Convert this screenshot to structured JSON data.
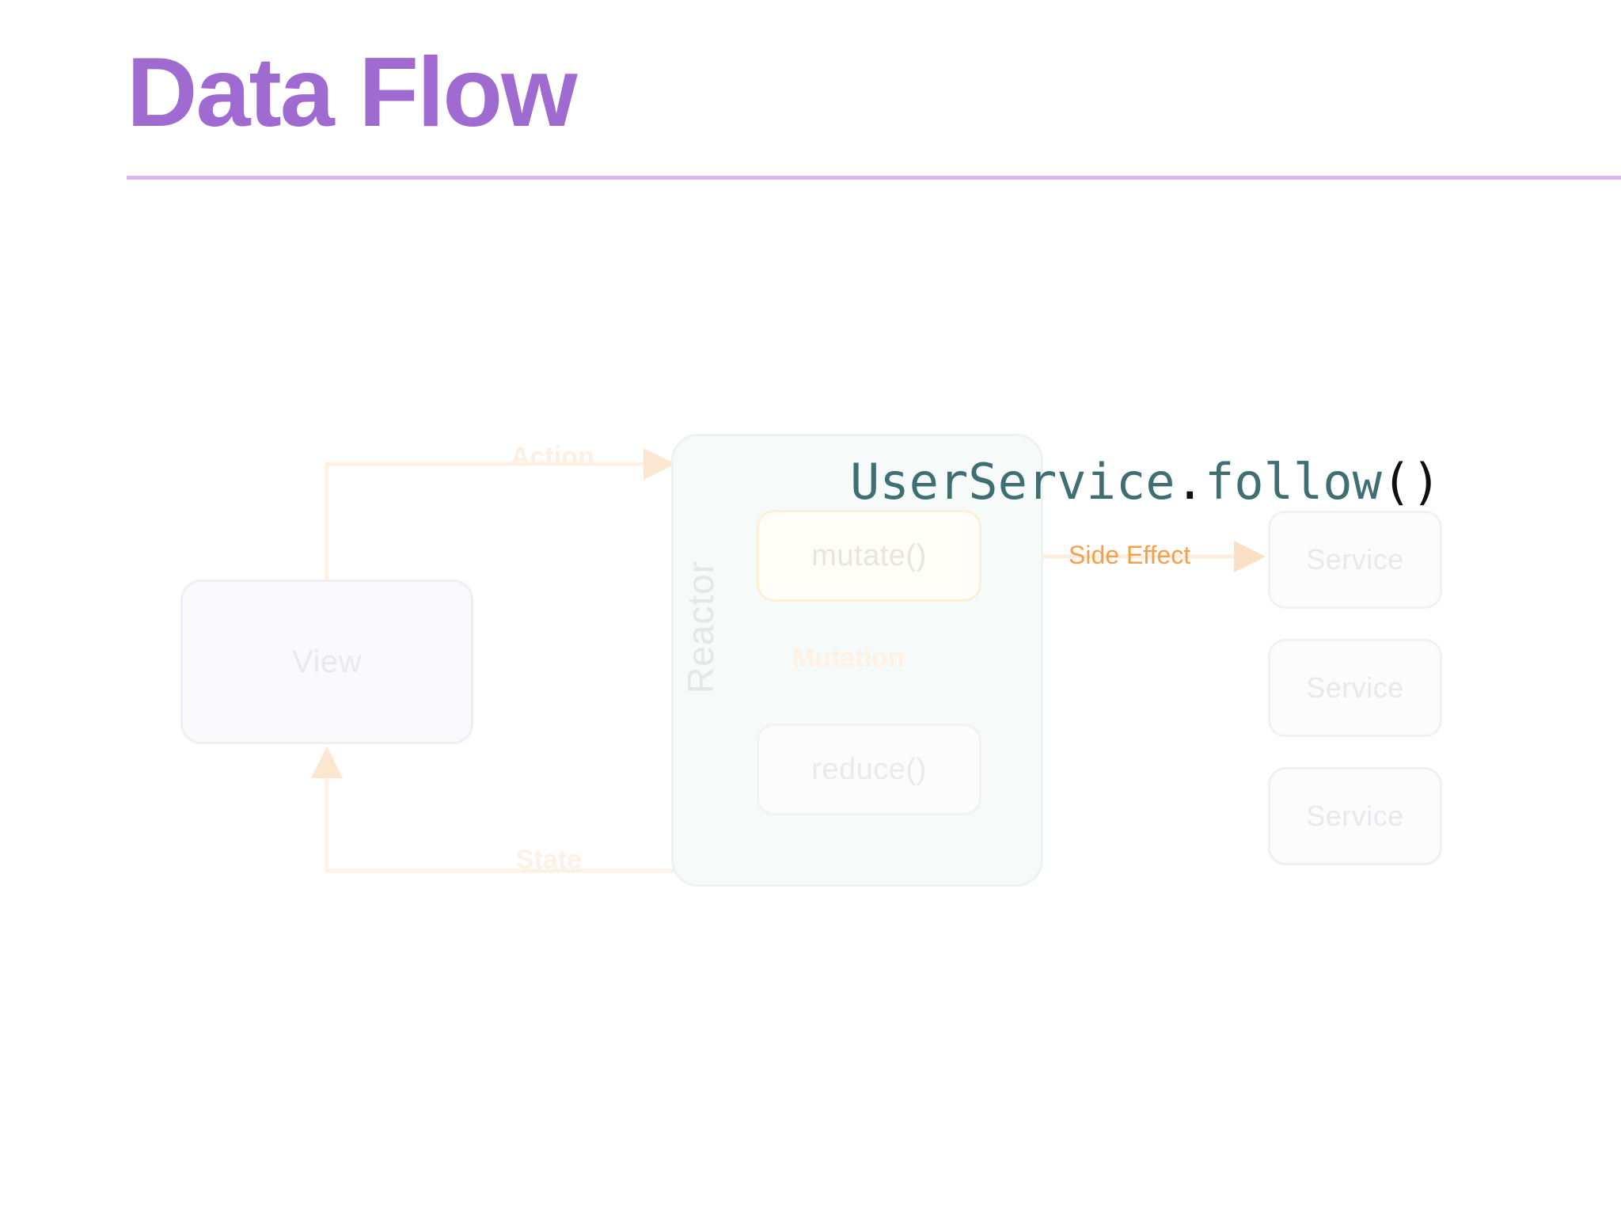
{
  "slide": {
    "title": "Data Flow",
    "title_color": "#a06bd0",
    "rule_color": "#dcb6ee",
    "background": "#ffffff"
  },
  "code_overlay": {
    "full_text": "UserService.follow()",
    "tokens": [
      {
        "text": "UserService",
        "kind": "identifier",
        "color": "#3f6e73"
      },
      {
        "text": ".",
        "kind": "punctuation",
        "color": "#101010"
      },
      {
        "text": "follow",
        "kind": "identifier",
        "color": "#3f6e73"
      },
      {
        "text": "()",
        "kind": "punctuation",
        "color": "#101010"
      }
    ]
  },
  "diagram": {
    "nodes": {
      "view": {
        "label": "View"
      },
      "reactor": {
        "label": "Reactor"
      },
      "mutate": {
        "label": "mutate()"
      },
      "reduce": {
        "label": "reduce()"
      },
      "services": [
        {
          "label": "Service"
        },
        {
          "label": "Service"
        },
        {
          "label": "Service"
        }
      ]
    },
    "edge_labels": {
      "action": "Action",
      "state": "State",
      "mutation": "Mutation",
      "side_effect": "Side Effect"
    },
    "colors": {
      "accent_orange": "#f5a04a",
      "faded_orange": "#fdf0e2",
      "node_border": "#eeeef4",
      "node_text": "#e9e9ee",
      "reactor_fill": "#f6fbfa"
    }
  }
}
